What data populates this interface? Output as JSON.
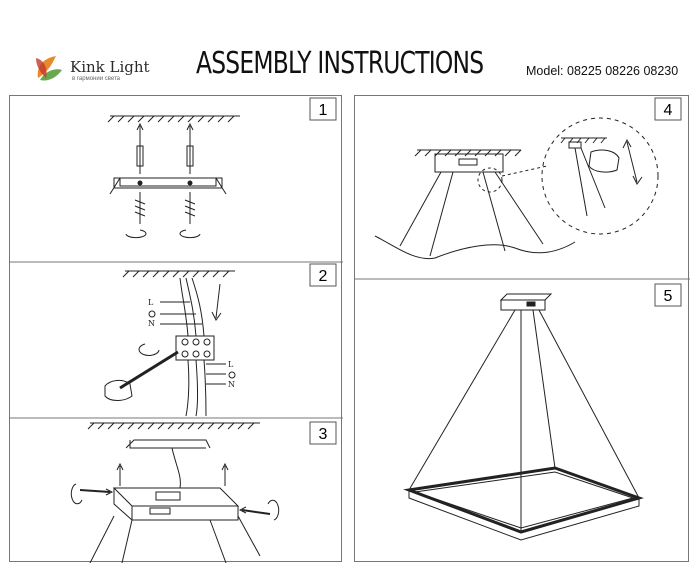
{
  "header": {
    "brand_name": "Kink Light",
    "brand_tagline": "в гармонии света",
    "title": "ASSEMBLY INSTRUCTIONS",
    "model_label": "Model: 08225  08226  08230"
  },
  "steps": [
    {
      "number": "1"
    },
    {
      "number": "2",
      "wire_labels": [
        "L",
        "N",
        "L",
        "N"
      ]
    },
    {
      "number": "3"
    },
    {
      "number": "4"
    },
    {
      "number": "5"
    }
  ],
  "colors": {
    "line": "#222222",
    "border": "#777777",
    "logo_orange": "#e8892a",
    "logo_green": "#6aa84f"
  }
}
